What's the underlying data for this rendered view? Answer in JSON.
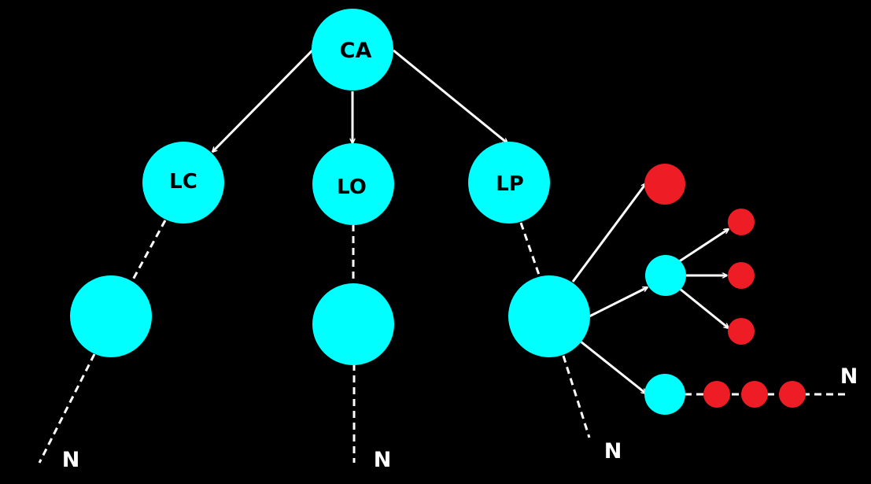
{
  "colors": {
    "background": "#000000",
    "node": "#00FFFF",
    "leaf": "#EE1C25",
    "edge": "#FFFFFF"
  },
  "labels": {
    "root": "CA",
    "left": "LC",
    "middle": "LO",
    "right": "LP",
    "end_left": "N",
    "end_middle": "N",
    "end_right": "N",
    "end_chain": "N"
  }
}
